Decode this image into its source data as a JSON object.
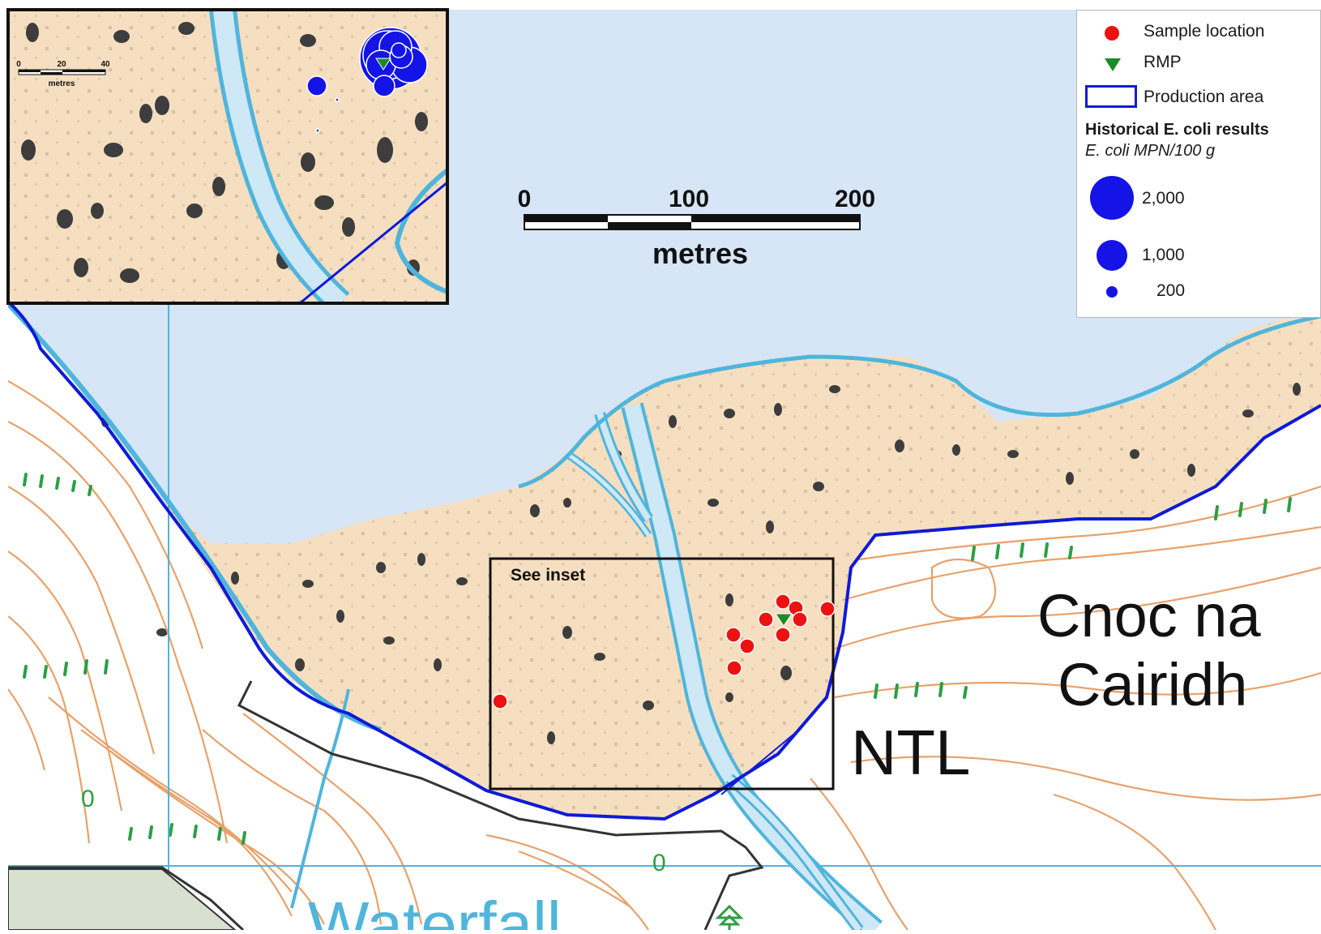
{
  "colors": {
    "water": "#d6e6f6",
    "intertidal": "#f6dfc0",
    "land": "#ffffff",
    "contour": "#e8a16a",
    "stream": "#4fb5dc",
    "production_area": "#0f1ad6",
    "sample": "#ee1111",
    "rmp": "#1d8a2a",
    "ecoli": "#1414e6",
    "boundary": "#333333",
    "vegetation": "#2c9f43"
  },
  "legend": {
    "sample_label": "Sample location",
    "rmp_label": "RMP",
    "production_area_label": "Production area",
    "heading": "Historical E. coli results",
    "subheading": "E. coli MPN/100 g",
    "sizes": [
      {
        "label": "2,000",
        "value": 2000
      },
      {
        "label": "1,000",
        "value": 1000
      },
      {
        "label": "200",
        "value": 200
      }
    ]
  },
  "scale_bar": {
    "ticks": [
      "0",
      "100",
      "200"
    ],
    "unit": "metres"
  },
  "inset": {
    "scale_ticks": [
      "0",
      "20",
      "40"
    ],
    "scale_unit": "metres",
    "ecoli_results": [
      {
        "value": 2000
      },
      {
        "value": 1000
      },
      {
        "value": 1000
      },
      {
        "value": 800
      },
      {
        "value": 600
      },
      {
        "value": 400
      },
      {
        "value": 400
      },
      {
        "value": 200
      },
      {
        "value": 200
      },
      {
        "value": 100
      },
      {
        "value": 20
      }
    ]
  },
  "map_labels": {
    "see_inset": "See inset",
    "ntl": "NTL",
    "place_line1": "Cnoc na",
    "place_line2": "Cairidh",
    "waterfall": "Waterfall"
  },
  "icons": [
    "sample-dot-icon",
    "rmp-triangle-icon",
    "production-area-box-icon",
    "ecoli-circle-icon",
    "tree-icon"
  ]
}
